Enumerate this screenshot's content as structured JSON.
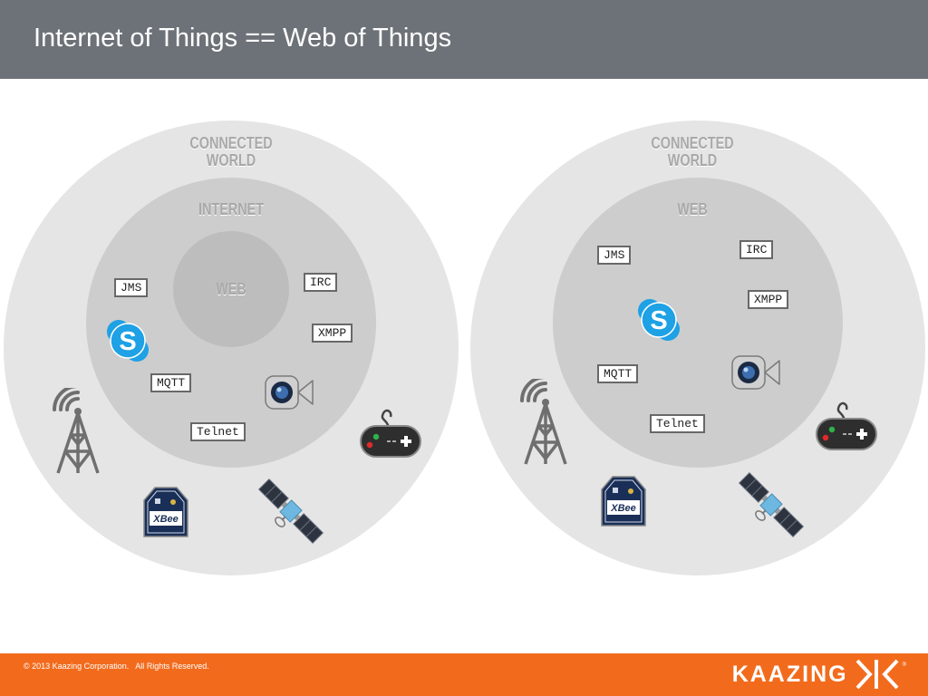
{
  "title": "Internet of Things == Web of Things",
  "footer": {
    "copyright": "© 2013 Kaazing Corporation.   All Rights Reserved.",
    "logo_text": "KAAZING",
    "logo_mark": "®"
  },
  "colors": {
    "header_bg": "#6d7278",
    "footer_bg": "#f26b1d",
    "outer_circle": "#e5e5e5",
    "middle_circle": "#cdcdcd",
    "inner_circle": "#bdbdbd",
    "skype_blue": "#1ea1e5"
  },
  "left_diagram": {
    "outer_label_1": "CONNECTED",
    "outer_label_2": "WORLD",
    "middle_label": "INTERNET",
    "inner_label": "WEB",
    "protocols": {
      "jms": "JMS",
      "irc": "IRC",
      "xmpp": "XMPP",
      "mqtt": "MQTT",
      "telnet": "Telnet"
    },
    "icons": [
      "skype-icon",
      "facetime-camera-icon",
      "radio-tower-icon",
      "gamepad-icon",
      "xbee-module-icon",
      "satellite-icon"
    ]
  },
  "right_diagram": {
    "outer_label_1": "CONNECTED",
    "outer_label_2": "WORLD",
    "middle_label": "WEB",
    "protocols": {
      "jms": "JMS",
      "irc": "IRC",
      "xmpp": "XMPP",
      "mqtt": "MQTT",
      "telnet": "Telnet"
    },
    "icons": [
      "skype-icon",
      "facetime-camera-icon",
      "radio-tower-icon",
      "gamepad-icon",
      "xbee-module-icon",
      "satellite-icon"
    ]
  }
}
